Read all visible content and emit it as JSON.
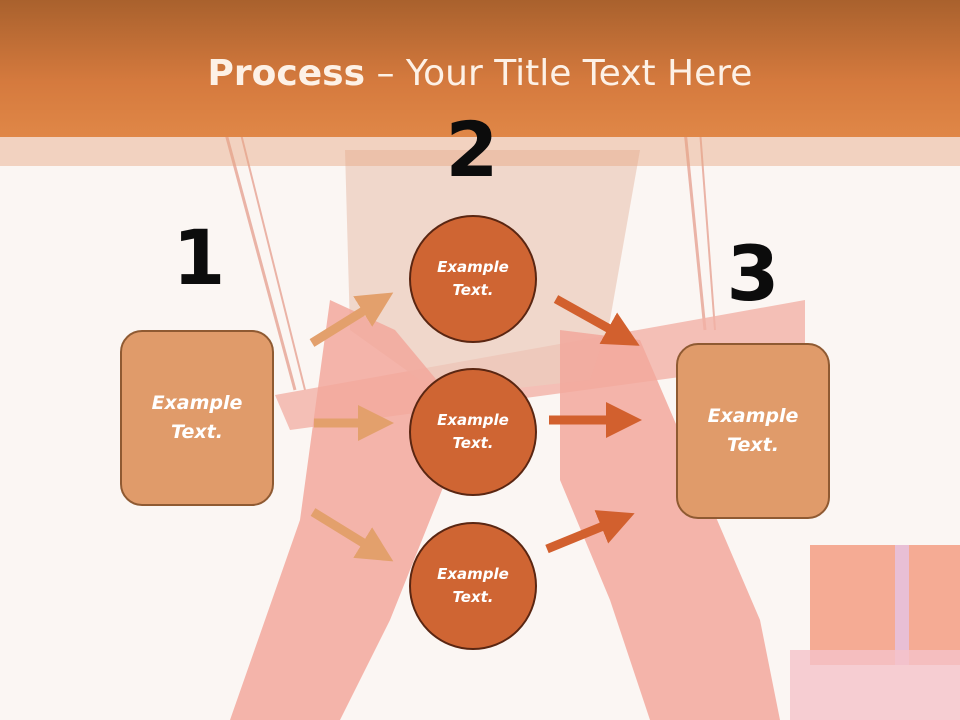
{
  "title": {
    "bold": "Process",
    "rest": " – Your Title Text Here"
  },
  "steps": {
    "one": {
      "number": "1",
      "text": "Example Text."
    },
    "two": {
      "number": "2"
    },
    "three": {
      "number": "3",
      "text": "Example Text."
    }
  },
  "circles": [
    {
      "text": "Example Text."
    },
    {
      "text": "Example Text."
    },
    {
      "text": "Example Text."
    }
  ],
  "colors": {
    "header": "#d57a3e",
    "box_fill": "#e09b6a",
    "circle_fill": "#cf6533",
    "arrow_light": "#e3a06c",
    "arrow_dark": "#d2602e"
  }
}
